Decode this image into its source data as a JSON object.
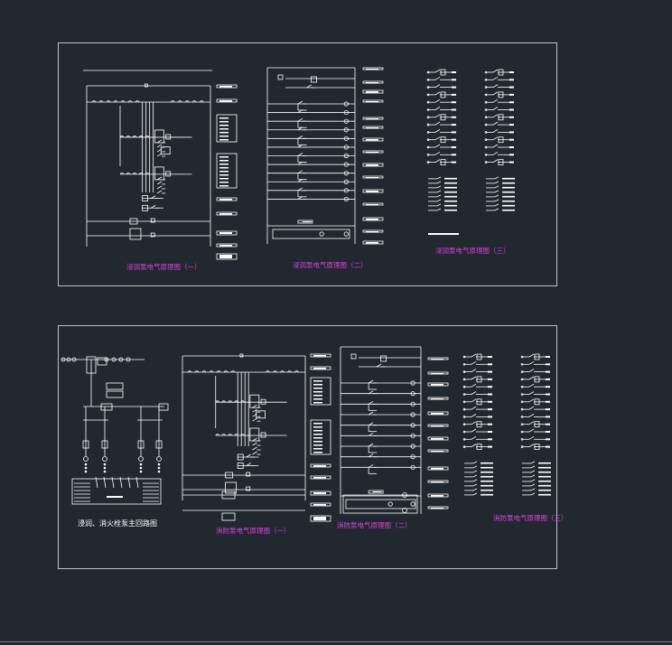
{
  "colors": {
    "background": "#212830",
    "linework": "#ffffff",
    "caption": "#e040e0"
  },
  "panels": {
    "top": {
      "captions": [
        "浸润泵电气原理图（一）",
        "浸润泵电气原理图（二）",
        "浸润泵电气原理图（三）"
      ]
    },
    "bottom": {
      "captions": [
        "浸润、消火栓泵主回路图",
        "消防泵电气原理图（一）",
        "消防泵电气原理图（二）",
        "消防泵电气原理图（三）"
      ]
    }
  }
}
